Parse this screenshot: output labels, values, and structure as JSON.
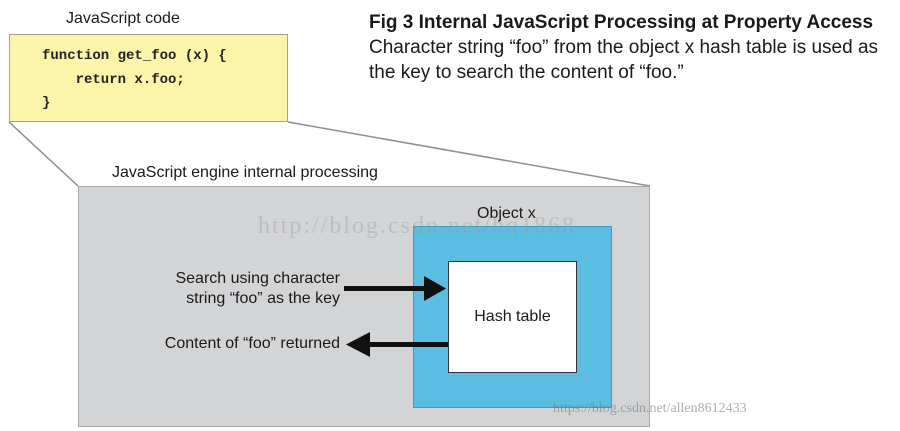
{
  "code_block": {
    "label": "JavaScript code",
    "lines": [
      "function get_foo (x) {",
      "    return x.foo;",
      "}"
    ]
  },
  "caption": {
    "fig": "Fig 3",
    "title": "Internal JavaScript Processing at Property Access",
    "body": "Character string “foo” from the object x hash table is used as the key to search the content of “foo.”"
  },
  "engine": {
    "label": "JavaScript engine internal processing",
    "object_label": "Object x",
    "hash_table": "Hash table",
    "search_text": [
      "Search using character",
      "string “foo” as the key"
    ],
    "content_text": "Content of “foo” returned"
  },
  "watermarks": {
    "center": "http://blog.csdn.net/hq1868",
    "corner": "https://blog.csdn.net/allen8612433"
  },
  "colors": {
    "code_bg": "#fcf4a8",
    "engine_bg": "#d3d4d6",
    "object_bg": "#5bbde2"
  }
}
